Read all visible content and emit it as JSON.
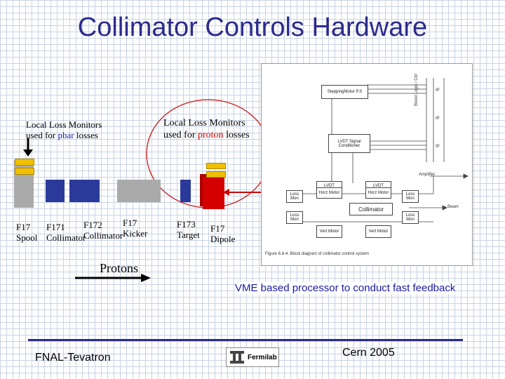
{
  "title": "Collimator Controls Hardware",
  "left_label": {
    "line1": "Local Loss Monitors",
    "line2_prefix": "used for ",
    "line2_highlight": "pbar",
    "line2_suffix": " losses"
  },
  "right_label": {
    "line1": "Local Loss Monitors",
    "line2_prefix": "used for ",
    "line2_highlight": "proton",
    "line2_suffix": " losses"
  },
  "components": {
    "spool": [
      "F17",
      "Spool"
    ],
    "f171": [
      "F171",
      "Collimator"
    ],
    "f172": [
      "F172",
      "Collimator"
    ],
    "kicker": [
      "F17",
      "Kicker"
    ],
    "target": [
      "F173",
      "Target"
    ],
    "dipole": [
      "F17",
      "Dipole"
    ]
  },
  "protons_label": "Protons",
  "vme_caption": "VME based processor to conduct fast feedback",
  "footer": {
    "left": "FNAL-Tevatron",
    "logo_text": "Fermilab",
    "right": "Cern 2005"
  },
  "diagram": {
    "stepping_motor": "SteppingMotor P.S",
    "lvdt": "LVDT Signal Conditioner",
    "amplifier": "Amplifier",
    "lvdt1": "LVDT Monitor",
    "lvdt2": "LVDT Monitor",
    "hor_motor1": "Horz Motor",
    "hor_motor2": "Horz Motor",
    "collimator": "Collimator",
    "loss1": "Loss Mon",
    "loss2": "Loss Mon",
    "loss3": "Loss Mon",
    "loss4": "Loss Mon",
    "vert1": "Vert Motor",
    "vert2": "Vert Motor",
    "beam": "Beam",
    "caption": "Figure 6.6-4. Block diagram of collimator control system",
    "ip_labels": [
      "IP",
      "IP",
      "IP"
    ],
    "side_label": "Boost Logic / Ctrl"
  },
  "colors": {
    "title": "#2b2b8c",
    "highlight_blue": "#1a1a9a",
    "highlight_red": "#cc0000",
    "monitor_yellow": "#f0c000",
    "spool_gray": "#aaaaaa",
    "collimator_blue": "#2b3a9a",
    "target_red": "#d40000"
  }
}
